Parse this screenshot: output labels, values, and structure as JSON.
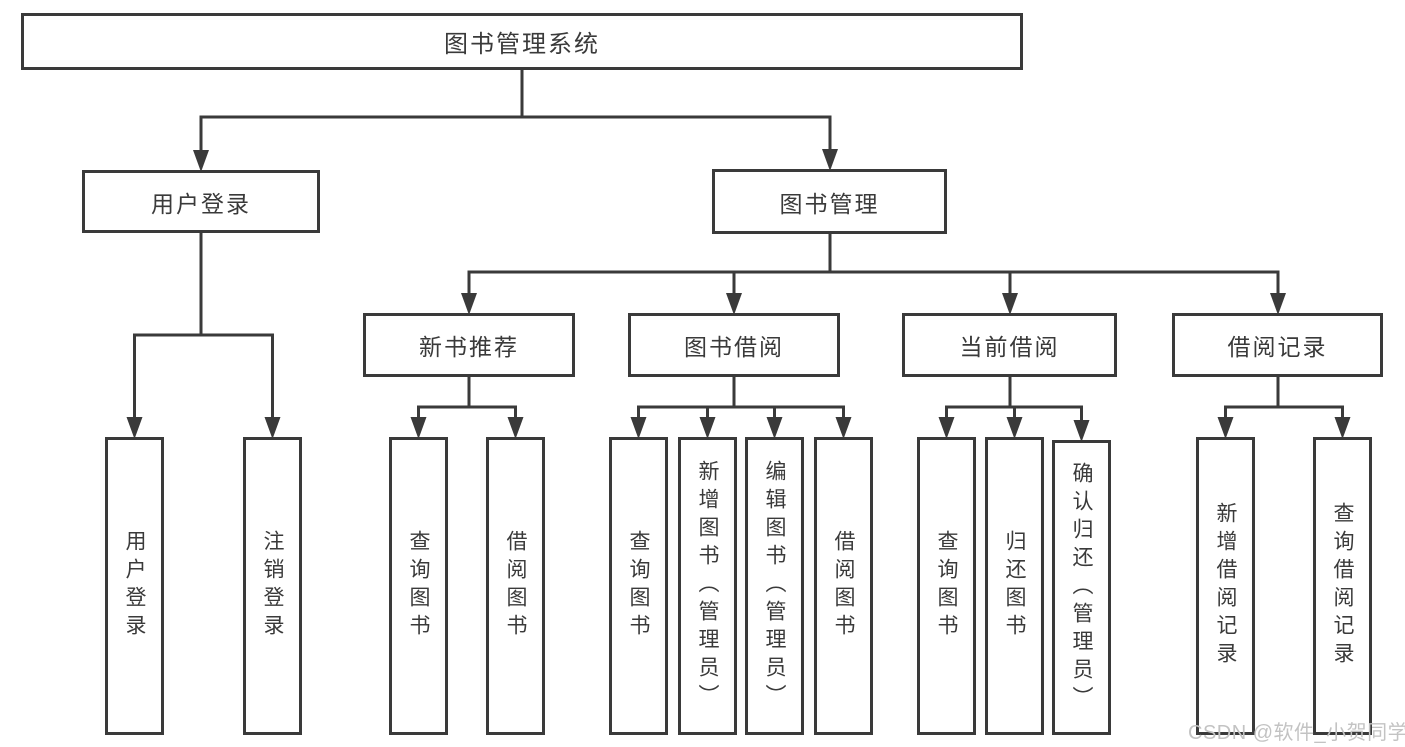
{
  "diagram": {
    "root": {
      "label": "图书管理系统"
    },
    "level2": [
      {
        "label": "用户登录"
      },
      {
        "label": "图书管理"
      }
    ],
    "level3": [
      {
        "label": "新书推荐"
      },
      {
        "label": "图书借阅"
      },
      {
        "label": "当前借阅"
      },
      {
        "label": "借阅记录"
      }
    ],
    "leaves": [
      {
        "label": "用户登录",
        "parent": "用户登录"
      },
      {
        "label": "注销登录",
        "parent": "用户登录"
      },
      {
        "label": "查询图书",
        "parent": "新书推荐"
      },
      {
        "label": "借阅图书",
        "parent": "新书推荐"
      },
      {
        "label": "查询图书",
        "parent": "图书借阅"
      },
      {
        "label": "新增图书（管理员）",
        "parent": "图书借阅"
      },
      {
        "label": "编辑图书（管理员）",
        "parent": "图书借阅"
      },
      {
        "label": "借阅图书",
        "parent": "图书借阅"
      },
      {
        "label": "查询图书",
        "parent": "当前借阅"
      },
      {
        "label": "归还图书",
        "parent": "当前借阅"
      },
      {
        "label": "确认归还（管理员）",
        "parent": "当前借阅"
      },
      {
        "label": "新增借阅记录",
        "parent": "借阅记录"
      },
      {
        "label": "查询借阅记录",
        "parent": "借阅记录"
      }
    ],
    "watermark": "CSDN @软件_小贺同学",
    "colors": {
      "line": "#3a3a3a",
      "text": "#3a3a3a",
      "watermark": "#c3c3c3",
      "background": "#ffffff"
    }
  }
}
